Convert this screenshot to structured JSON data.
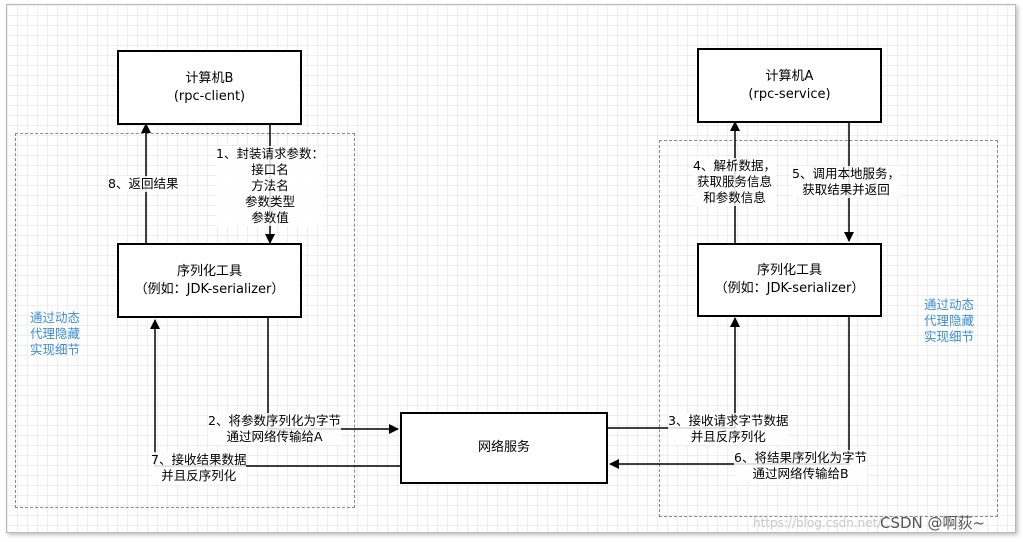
{
  "computer_b": {
    "title": "计算机B",
    "subtitle": "(rpc-client)"
  },
  "computer_a": {
    "title": "计算机A",
    "subtitle": "(rpc-service)"
  },
  "serializer_left": {
    "title": "序列化工具",
    "subtitle": "（例如：JDK-serializer）"
  },
  "serializer_right": {
    "title": "序列化工具",
    "subtitle": "（例如：JDK-serializer）"
  },
  "network": {
    "title": "网络服务"
  },
  "steps": {
    "s1": [
      "1、封装请求参数：",
      "接口名",
      "方法名",
      "参数类型",
      "参数值"
    ],
    "s2": [
      "2、将参数序列化为字节",
      "通过网络传输给A"
    ],
    "s3": [
      "3、接收请求字节数据",
      "并且反序列化"
    ],
    "s4": [
      "4、解析数据，",
      "获取服务信息",
      "和参数信息"
    ],
    "s5": [
      "5、调用本地服务，",
      "获取结果并返回"
    ],
    "s6": [
      "6、将结果序列化为字节",
      "通过网络传输给B"
    ],
    "s7": [
      "7、接收结果数据",
      "并且反序列化"
    ],
    "s8": [
      "8、返回结果"
    ]
  },
  "proxy_note_left": [
    "通过动态",
    "代理隐藏",
    "实现细节"
  ],
  "proxy_note_right": [
    "通过动态",
    "代理隐藏",
    "实现细节"
  ],
  "watermark": {
    "url": "https://blog.csdn.net/...",
    "brand": "CSDN @啊荻~"
  },
  "colors": {
    "note_blue": "#3d8fd4",
    "line": "#000000",
    "dashed": "#8a8a8a"
  }
}
